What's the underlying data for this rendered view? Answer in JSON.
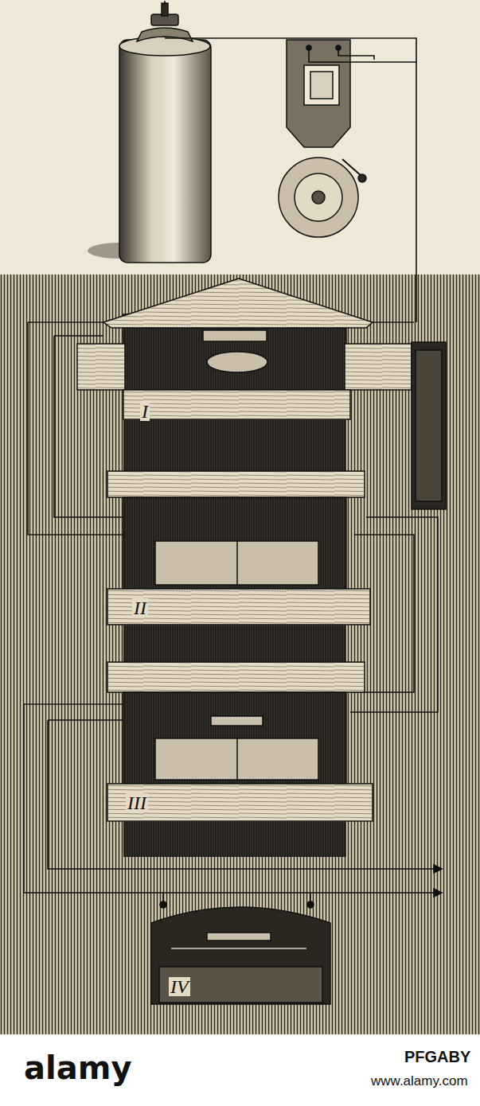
{
  "diagram": {
    "labels": [
      "I",
      "II",
      "III",
      "IV",
      "alamy",
      "PFGABY",
      "www.alamy.com"
    ]
  }
}
